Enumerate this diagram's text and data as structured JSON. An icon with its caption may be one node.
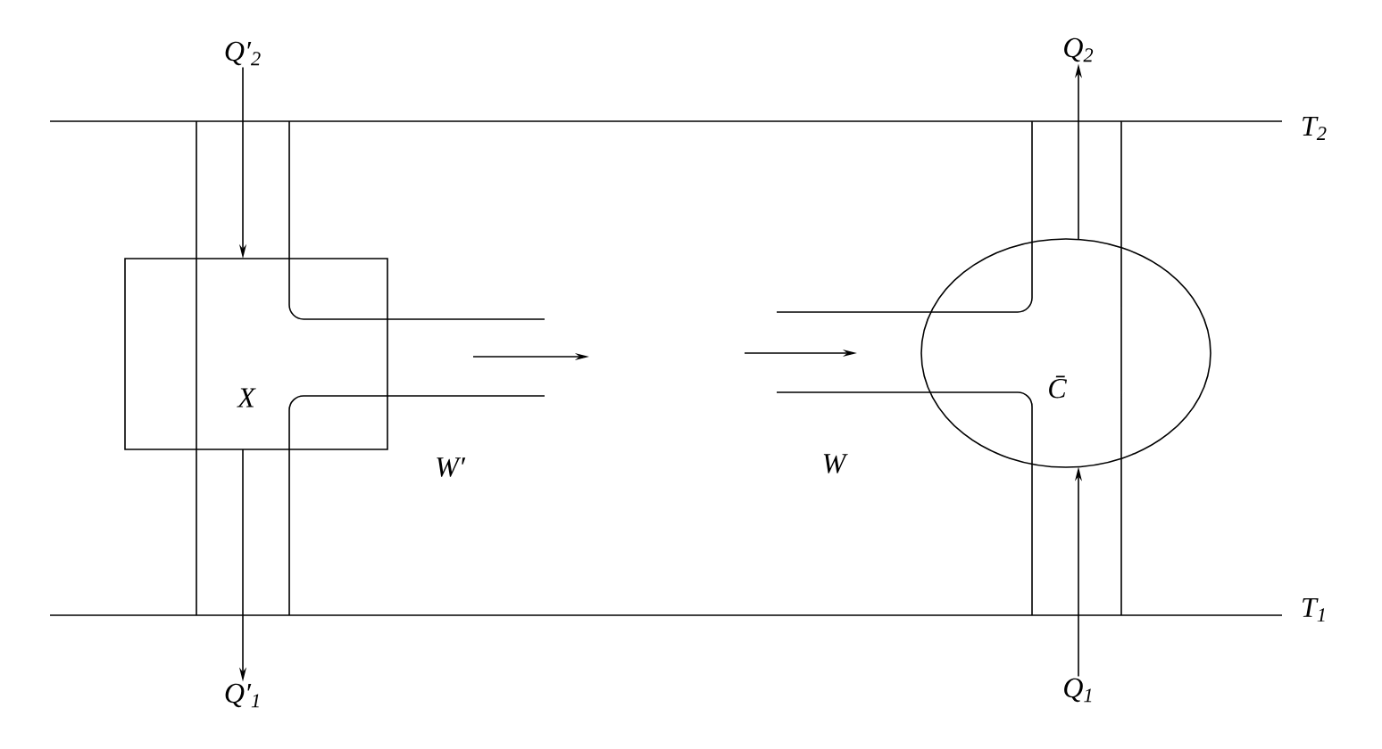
{
  "diagram": {
    "nodes": [
      {
        "text": [
          "X"
        ]
      },
      {
        "text": [
          "C̄"
        ]
      },
      {
        "text": [
          "Q′$_{2}$"
        ]
      },
      {
        "text": [
          "Q′$_{1}$"
        ]
      },
      {
        "text": [
          "Q$_{1}$"
        ]
      },
      {
        "text": [
          "Q$_{2}$"
        ]
      }
    ],
    "edges": [
      {
        "from": 2,
        "to": 0,
        "arrow": "to"
      },
      {
        "from": 0,
        "to": 3,
        "arrow": "to"
      },
      {
        "from": 4,
        "to": 1,
        "arrow": "to"
      },
      {
        "from": 1,
        "to": 5,
        "arrow": "to"
      }
    ],
    "labels": [
      "T$_{2}$",
      "W′",
      "W",
      "T$_{1}$"
    ]
  }
}
